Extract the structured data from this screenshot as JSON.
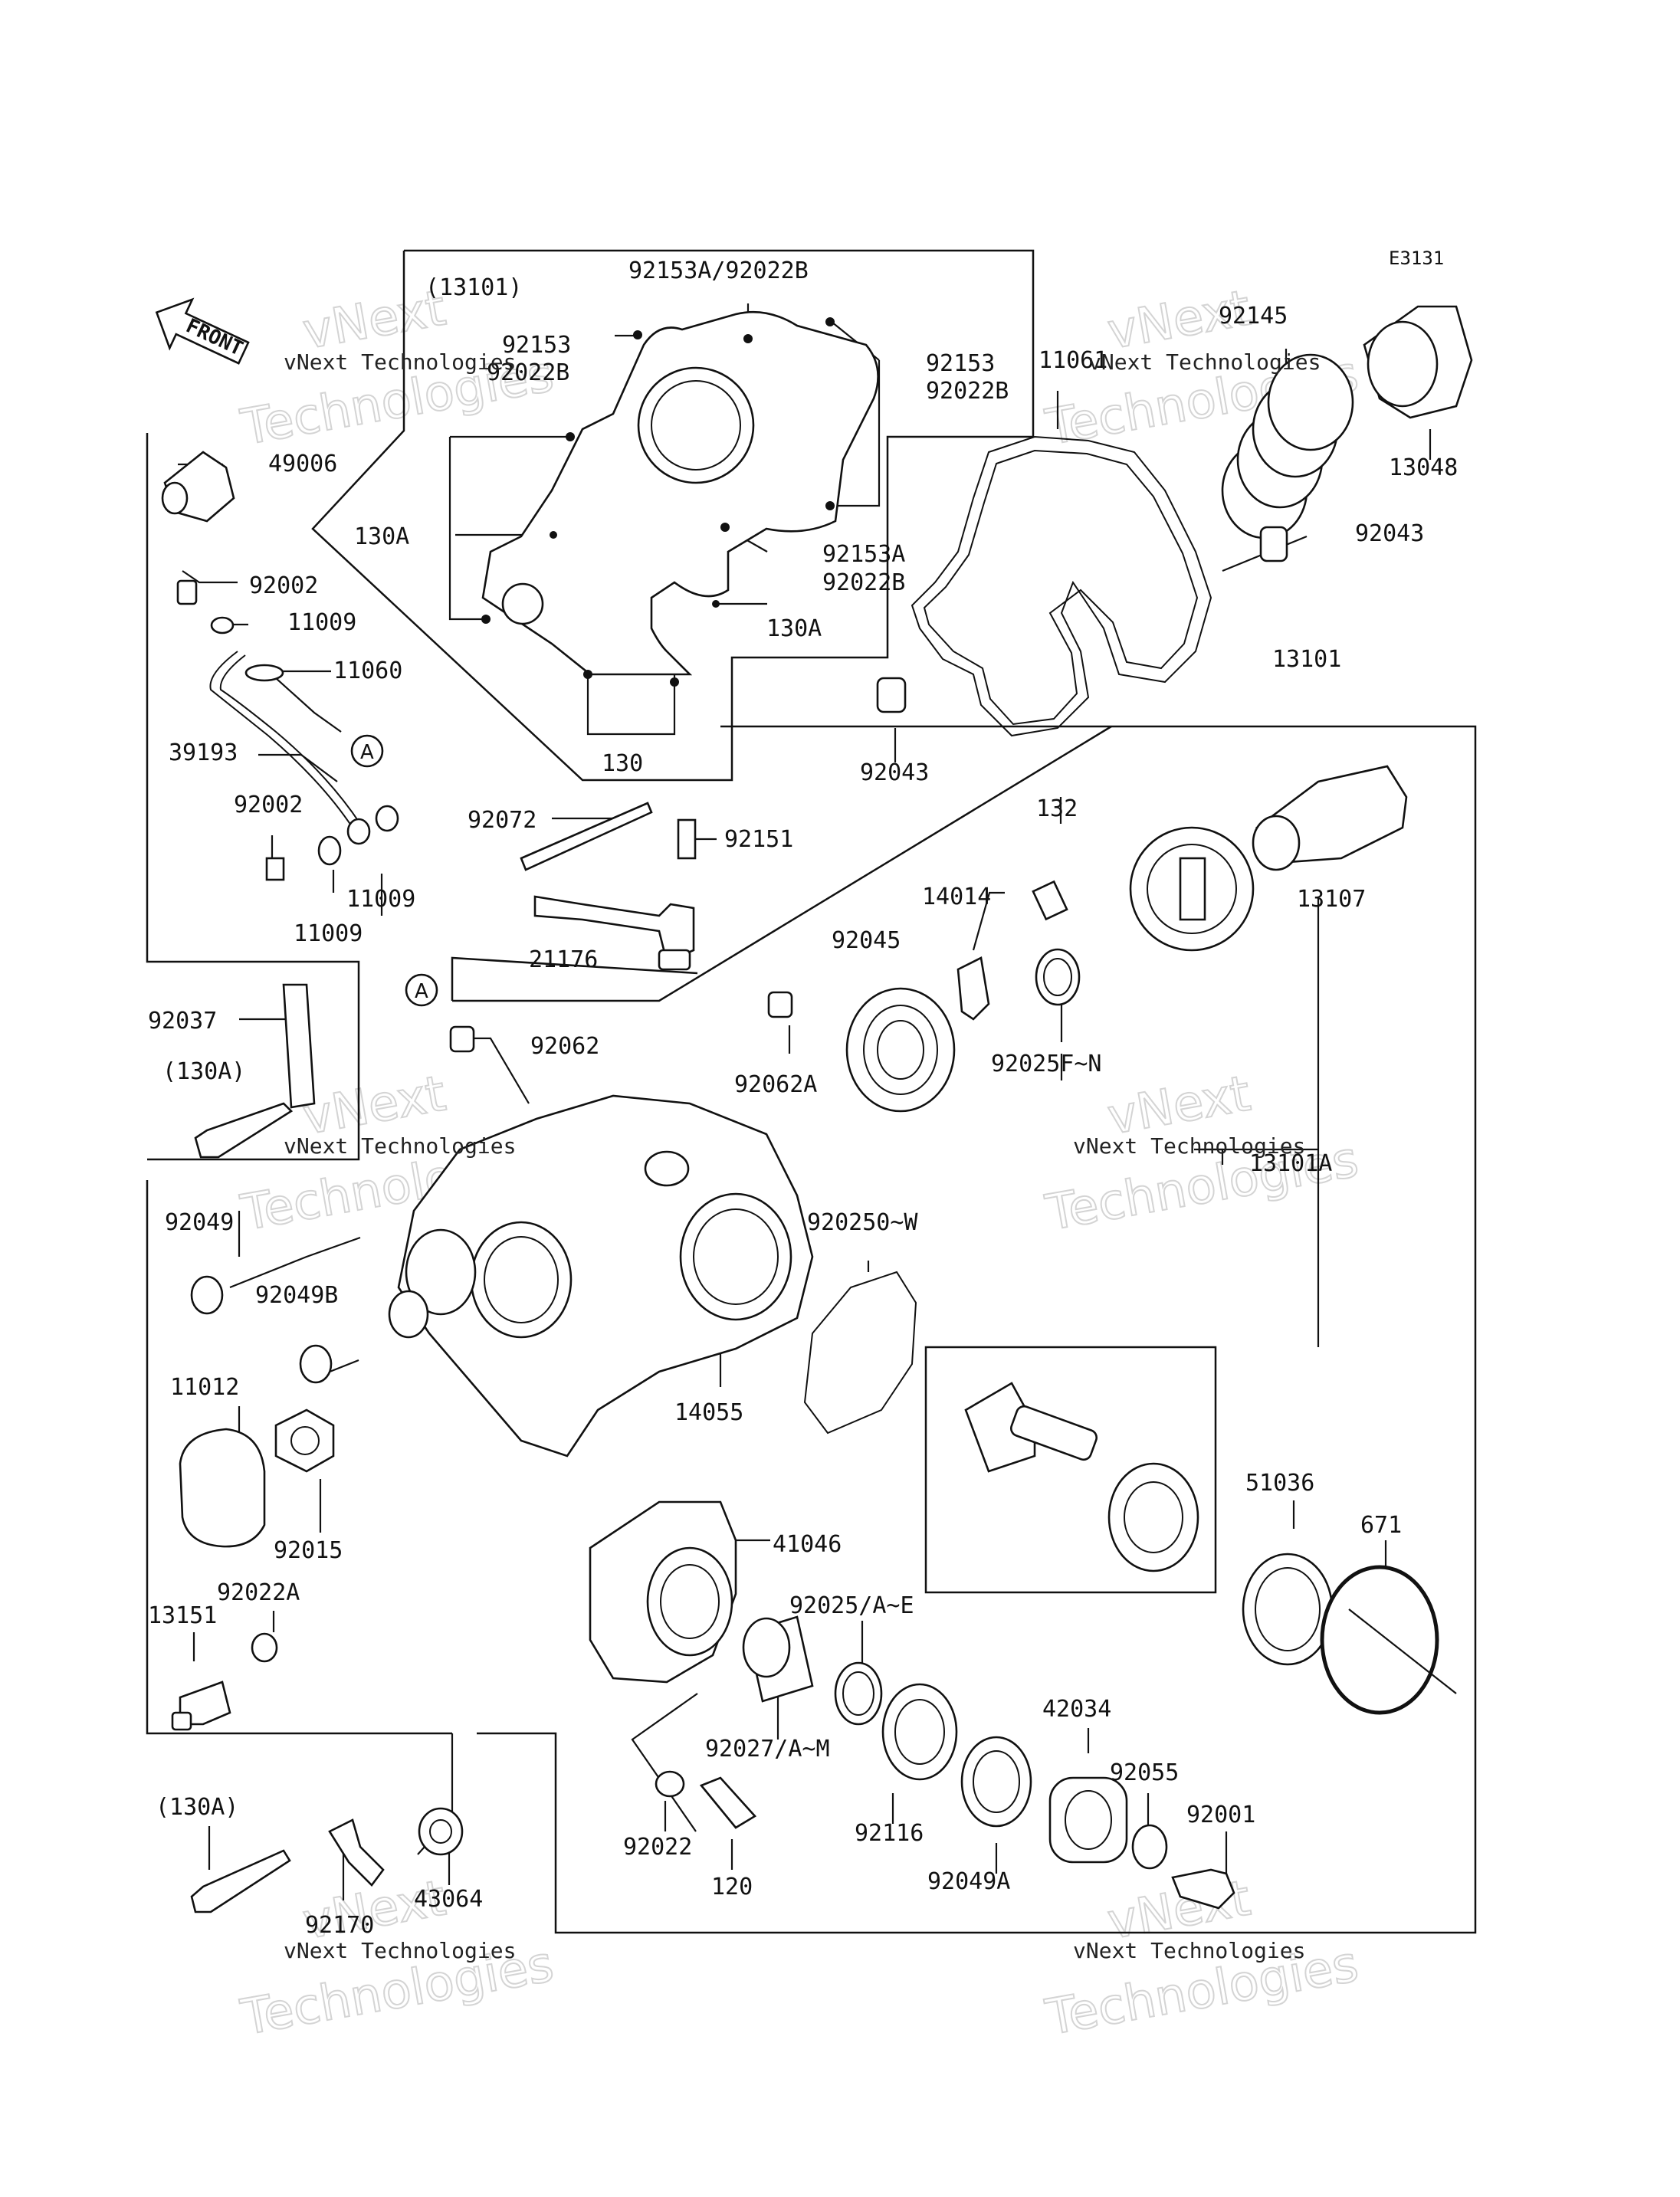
{
  "diagram_code": "E3131",
  "front_marker": "FRONT",
  "watermark": {
    "brand": "vNext Technologies",
    "ghost_line1": "vNext",
    "ghost_line2": "Technologies"
  },
  "callout_ref": "A",
  "labels": {
    "p13101_paren": "(13101)",
    "p92153A_92022B_top": "92153A/92022B",
    "p92153_l": "92153",
    "p92022B_l": "92022B",
    "p92153_r": "92153",
    "p92022B_r": "92022B",
    "p11061": "11061",
    "p92145": "92145",
    "p13048": "13048",
    "p49006": "49006",
    "p130A_1": "130A",
    "p92153A_2": "92153A",
    "p92022B_3": "92022B",
    "p130A_2": "130A",
    "p92002_1": "92002",
    "p11009_1": "11009",
    "p11060": "11060",
    "p39193": "39193",
    "p130": "130",
    "p92043_1": "92043",
    "p92043_2": "92043",
    "p13101": "13101",
    "p92002_2": "92002",
    "p11009_2": "11009",
    "p11009_3": "11009",
    "p92072": "92072",
    "p92151": "92151",
    "p132": "132",
    "p13107": "13107",
    "p14014": "14014",
    "p92045": "92045",
    "p21176": "21176",
    "p92037": "92037",
    "p92062": "92062",
    "p92062A": "92062A",
    "p92025FN": "92025F~N",
    "p130A_paren_1": "(130A)",
    "p13101A": "13101A",
    "p92049": "92049",
    "p920250W": "920250~W",
    "p92049B": "92049B",
    "p11012": "11012",
    "p14055": "14055",
    "p92015": "92015",
    "p51036": "51036",
    "p671": "671",
    "p41046": "41046",
    "p92022A": "92022A",
    "p13151": "13151",
    "p92025AE": "92025/A~E",
    "p42034": "42034",
    "p92027AM": "92027/A~M",
    "p92055": "92055",
    "p130A_paren_2": "(130A)",
    "p92001": "92001",
    "p92022": "92022",
    "p92116": "92116",
    "p43064": "43064",
    "p120": "120",
    "p92049A": "92049A",
    "p92170": "92170"
  }
}
